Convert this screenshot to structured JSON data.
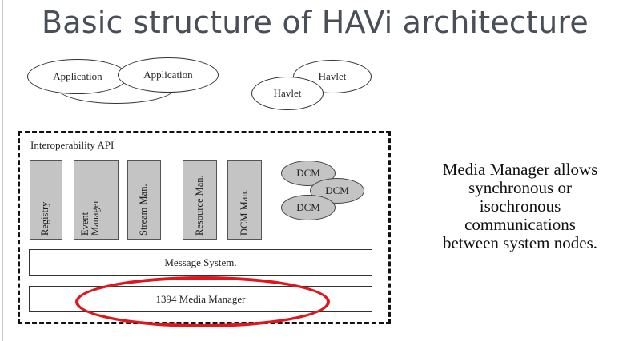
{
  "slide": {
    "title": "Basic structure of HAVi architecture"
  },
  "diagram": {
    "applications": [
      "Application",
      "Application"
    ],
    "havlets": [
      "Havlet",
      "Havlet"
    ],
    "api_label": "Interoperability API",
    "components": [
      {
        "label": "Registry"
      },
      {
        "label": "Event\nManager"
      },
      {
        "label": "Stream Man."
      },
      {
        "label": "Resource Man."
      },
      {
        "label": "DCM Man."
      }
    ],
    "dcms": [
      "DCM",
      "DCM",
      "DCM"
    ],
    "message_system": "Message System.",
    "media_manager": "1394 Media Manager",
    "highlight_color": "#e0161c"
  },
  "side_note": {
    "lines": [
      "Media Manager allows",
      "synchronous or",
      "isochronous",
      "communications",
      "between system nodes."
    ]
  }
}
